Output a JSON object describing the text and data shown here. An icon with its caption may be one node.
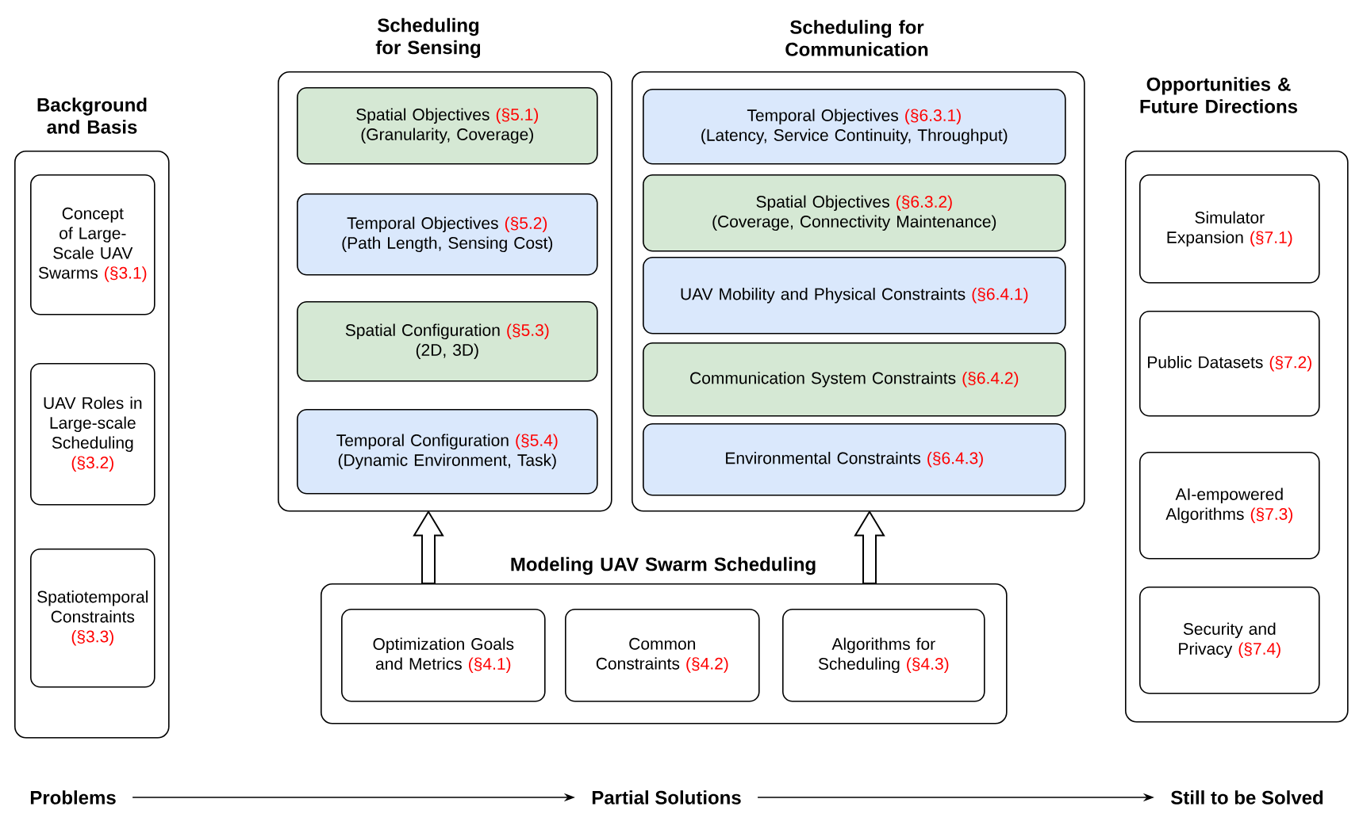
{
  "diagram": {
    "nodes": [
      {
        "text": [
          "Background and Basis"
        ]
      },
      {
        "text": [
          "Concept of Large-Scale UAV Swarms",
          "(§3.1)"
        ],
        "in": 0
      },
      {
        "text": [
          "UAV Roles in Large-scale Scheduling",
          "(§3.2)"
        ],
        "in": 0
      },
      {
        "text": [
          "Spatiotemporal Constraints",
          "(§3.3)"
        ],
        "in": 0
      },
      {
        "text": [
          "Scheduling for Sensing"
        ]
      },
      {
        "text": [
          "Spatial Objectives",
          "(§5.1)",
          "(Granularity, Coverage)"
        ],
        "in": 4
      },
      {
        "text": [
          "Temporal Objectives",
          "(§5.2)",
          "(Path Length, Sensing Cost)"
        ],
        "in": 4
      },
      {
        "text": [
          "Spatial Configuration",
          "(§5.3)",
          "(2D, 3D)"
        ],
        "in": 4
      },
      {
        "text": [
          "Temporal Configuration",
          "(§5.4)",
          "(Dynamic Environment, Task)"
        ],
        "in": 4
      },
      {
        "text": [
          "Scheduling for Communication"
        ]
      },
      {
        "text": [
          "Temporal Objectives",
          "(§6.3.1)",
          "(Latency, Service Continuity, Throughput)"
        ],
        "in": 9
      },
      {
        "text": [
          "Spatial Objectives",
          "(§6.3.2)",
          "(Coverage, Connectivity Maintenance)"
        ],
        "in": 9
      },
      {
        "text": [
          "UAV Mobility and Physical Constraints",
          "(§6.4.1)"
        ],
        "in": 9
      },
      {
        "text": [
          "Communication System Constraints",
          "(§6.4.2)"
        ],
        "in": 9
      },
      {
        "text": [
          "Environmental Constraints",
          "(§6.4.3)"
        ],
        "in": 9
      },
      {
        "text": [
          "Modeling UAV Swarm Scheduling"
        ]
      },
      {
        "text": [
          "Optimization Goals and Metrics",
          "(§4.1)"
        ],
        "in": 15
      },
      {
        "text": [
          "Common Constraints",
          "(§4.2)"
        ],
        "in": 15
      },
      {
        "text": [
          "Algorithms for Scheduling",
          "(§4.3)"
        ],
        "in": 15
      },
      {
        "text": [
          "Opportunities & Future Directions"
        ]
      },
      {
        "text": [
          "Simulator Expansion",
          "(§7.1)"
        ],
        "in": 19
      },
      {
        "text": [
          "Public Datasets",
          "(§7.2)"
        ],
        "in": 19
      },
      {
        "text": [
          "AI-empowered Algorithms",
          "(§7.3)"
        ],
        "in": 19
      },
      {
        "text": [
          "Security and Privacy",
          "(§7.4)"
        ],
        "in": 19
      },
      {
        "text": [
          "Problems"
        ]
      },
      {
        "text": [
          "Partial Solutions"
        ]
      },
      {
        "text": [
          "Still to be Solved"
        ]
      }
    ],
    "edges": [
      {
        "from": 15,
        "to": 4,
        "arrow": "to",
        "style": "thick"
      },
      {
        "from": 15,
        "to": 9,
        "arrow": "to",
        "style": "thick"
      },
      {
        "from": 24,
        "to": 25,
        "arrow": "to"
      },
      {
        "from": 25,
        "to": 26,
        "arrow": "to"
      }
    ]
  }
}
